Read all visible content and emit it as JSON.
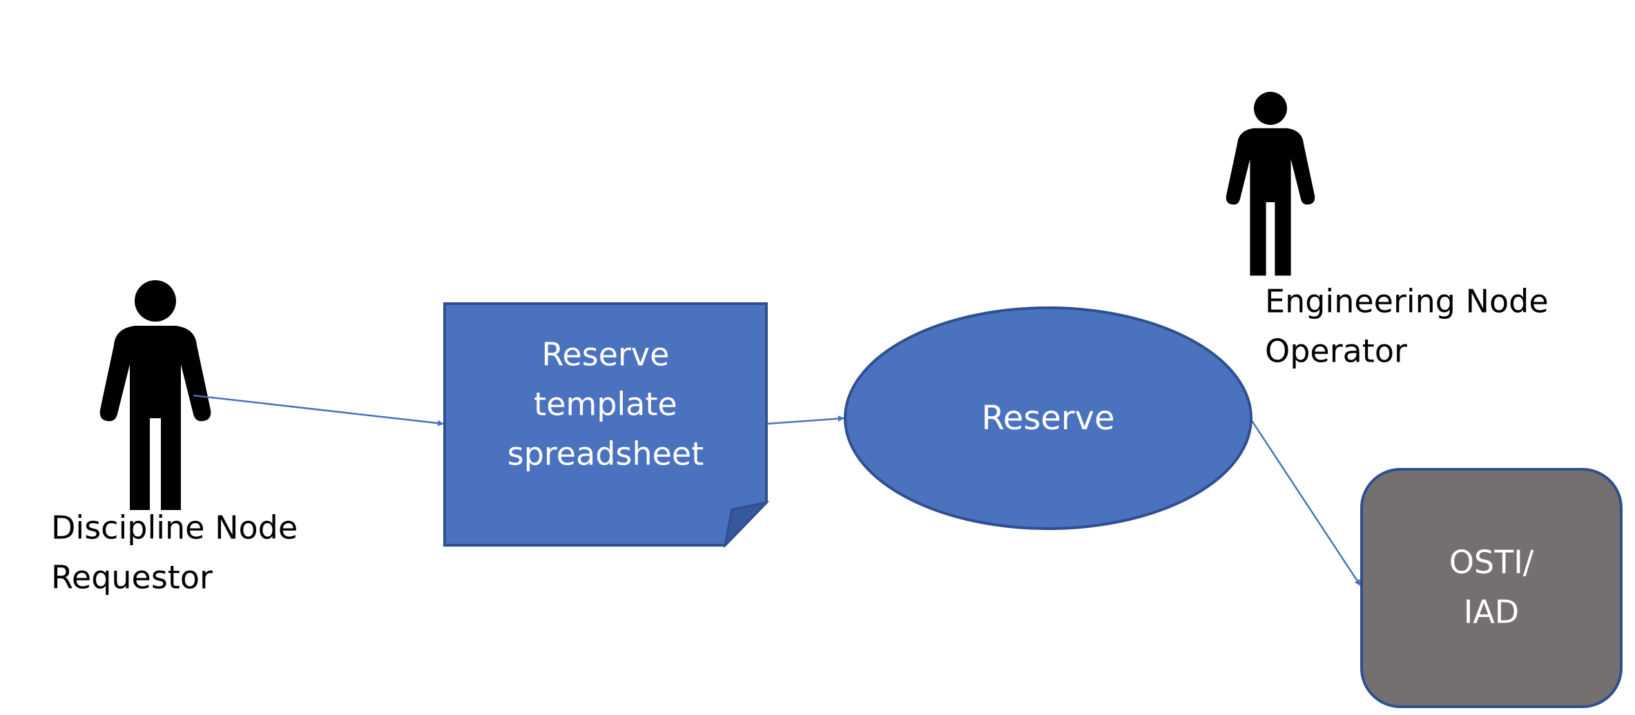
{
  "actors": {
    "requestor": {
      "line1": "Discipline Node",
      "line2": "Requestor",
      "icon": "person-icon"
    },
    "operator": {
      "line1": "Engineering Node",
      "line2": "Operator",
      "icon": "person-icon"
    }
  },
  "nodes": {
    "spreadsheet": {
      "line1": "Reserve",
      "line2": "template",
      "line3": "spreadsheet"
    },
    "reserve": {
      "label": "Reserve"
    },
    "osti": {
      "line1": "OSTI/",
      "line2": "IAD"
    }
  },
  "colors": {
    "shape_fill": "#4a72bf",
    "shape_stroke": "#2f4f8f",
    "osti_fill": "#757070",
    "connector": "#4a72bf",
    "actor": "#000000",
    "text_light": "#ffffff",
    "text_dark": "#000000"
  }
}
